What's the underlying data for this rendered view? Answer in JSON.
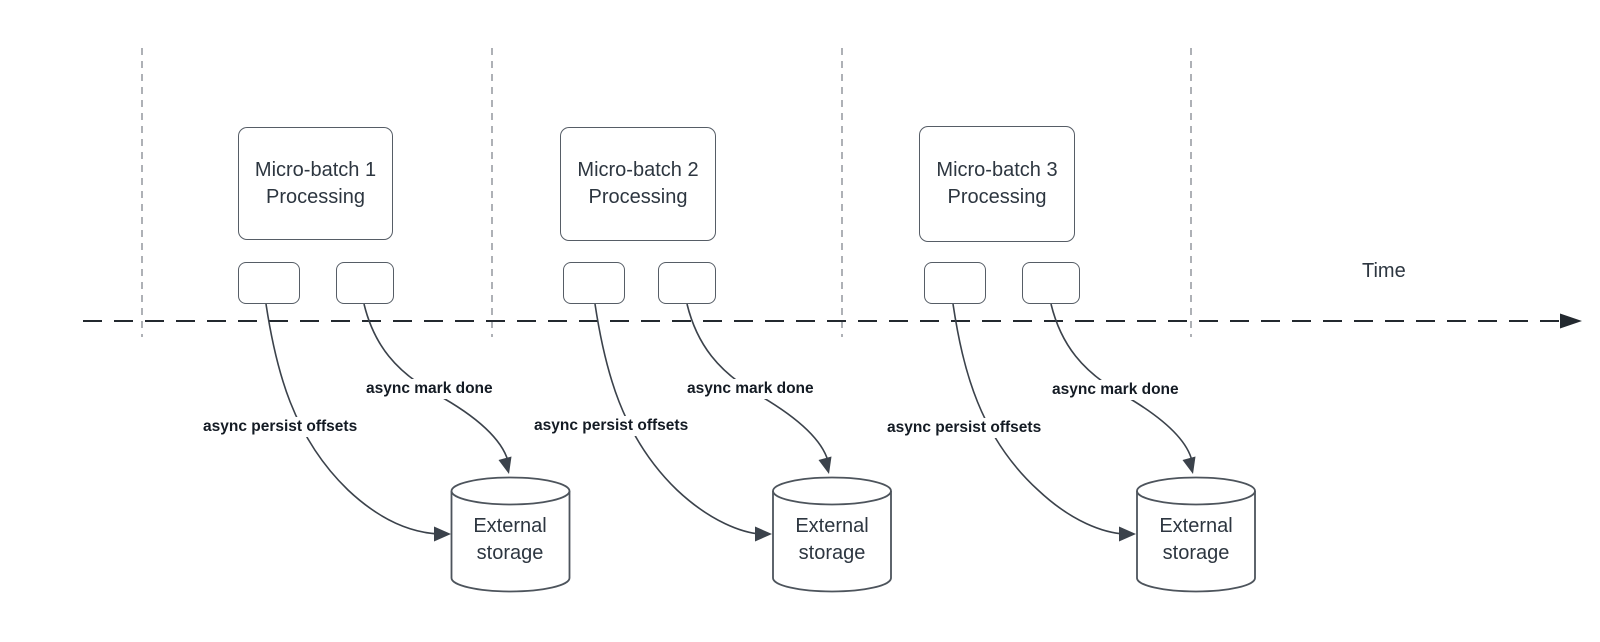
{
  "diagram": {
    "time_axis_label": "Time",
    "columns": [
      {
        "batch_label": "Micro-batch 1\nProcessing",
        "persist_label": "async persist offsets",
        "mark_done_label": "async mark done",
        "storage_label": "External\nstorage"
      },
      {
        "batch_label": "Micro-batch 2\nProcessing",
        "persist_label": "async persist offsets",
        "mark_done_label": "async mark done",
        "storage_label": "External\nstorage"
      },
      {
        "batch_label": "Micro-batch 3\nProcessing",
        "persist_label": "async persist offsets",
        "mark_done_label": "async mark done",
        "storage_label": "External\nstorage"
      }
    ],
    "colors": {
      "background": "#ffffff",
      "axis_line": "#23292f",
      "guide_line": "#aeb1b6",
      "shape_stroke": "#565d66",
      "arrow_stroke": "#3b424b",
      "text": "#2d3640",
      "label_text": "#141b24"
    }
  }
}
